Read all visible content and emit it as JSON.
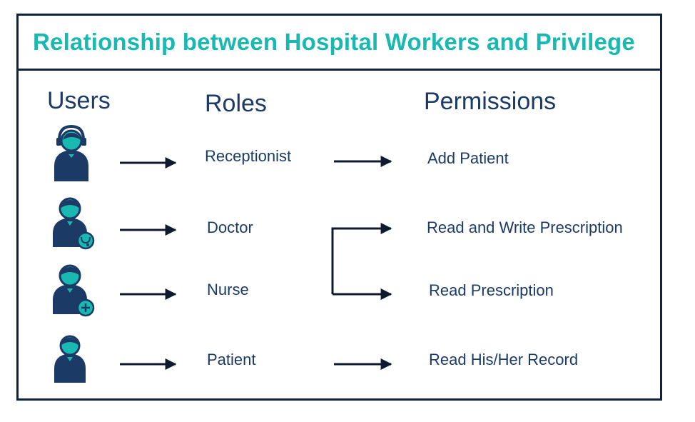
{
  "title": "Relationship between Hospital Workers and Privilege",
  "headers": {
    "users": "Users",
    "roles": "Roles",
    "permissions": "Permissions"
  },
  "roles": [
    "Receptionist",
    "Doctor",
    "Nurse",
    "Patient"
  ],
  "permissions": [
    "Add Patient",
    "Read and Write Prescription",
    "Read Prescription",
    "Read His/Her Record"
  ],
  "icons": [
    "receptionist-icon",
    "doctor-icon",
    "nurse-icon",
    "patient-icon"
  ],
  "colors": {
    "teal": "#19b8b0",
    "navy": "#1b3a66",
    "border": "#0f2340",
    "arrow": "#0f1a2e"
  }
}
